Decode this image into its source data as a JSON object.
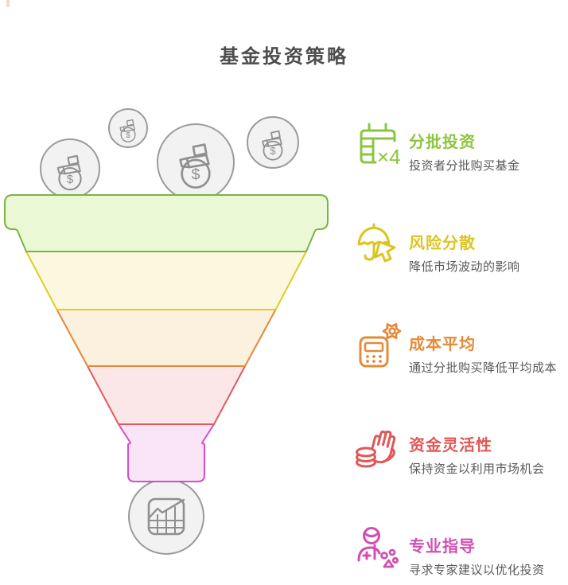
{
  "page": {
    "title": "基金投资策略"
  },
  "colors": {
    "title_text": "#4d4d4d",
    "description_text": "#595959",
    "green": "#8cc63f",
    "yellow": "#ddc51f",
    "orange": "#e58b3a",
    "red": "#e25757",
    "pink": "#d14fb2",
    "circle_fill": "#f2f2f2",
    "circle_stroke": "#9b9b9b"
  },
  "funnel": {
    "money_symbol": "$",
    "top_icons": [
      "money-bag-icon",
      "money-bag-icon",
      "money-bag-icon",
      "money-bag-icon"
    ],
    "bottom_icon": "chart-grid-icon",
    "stages": [
      {
        "fill": "#EAF8D5",
        "stroke": "#7CB342"
      },
      {
        "fill": "#FCF8E0",
        "stroke": "#E2CB21"
      },
      {
        "fill": "#FCF0DF",
        "stroke": "#E2893B"
      },
      {
        "fill": "#FBE7E7",
        "stroke": "#E05C5C"
      },
      {
        "fill": "#FAE4F7",
        "stroke": "#D44FC6"
      }
    ]
  },
  "items": [
    {
      "icon": "calendar-x4-icon",
      "badge": "×4",
      "color": "#8cc63f",
      "title": "分批投资",
      "description": "投资者分批购买基金"
    },
    {
      "icon": "umbrella-arrow-icon",
      "color": "#ddc51f",
      "title": "风险分散",
      "description": "降低市场波动的影响"
    },
    {
      "icon": "calculator-gear-icon",
      "color": "#e58b3a",
      "title": "成本平均",
      "description": "通过分批购买降低平均成本"
    },
    {
      "icon": "coins-hand-icon",
      "color": "#e25757",
      "title": "资金灵活性",
      "description": "保持资金以利用市场机会"
    },
    {
      "icon": "person-expert-icon",
      "color": "#d14fb2",
      "title": "专业指导",
      "description": "寻求专家建议以优化投资"
    }
  ]
}
